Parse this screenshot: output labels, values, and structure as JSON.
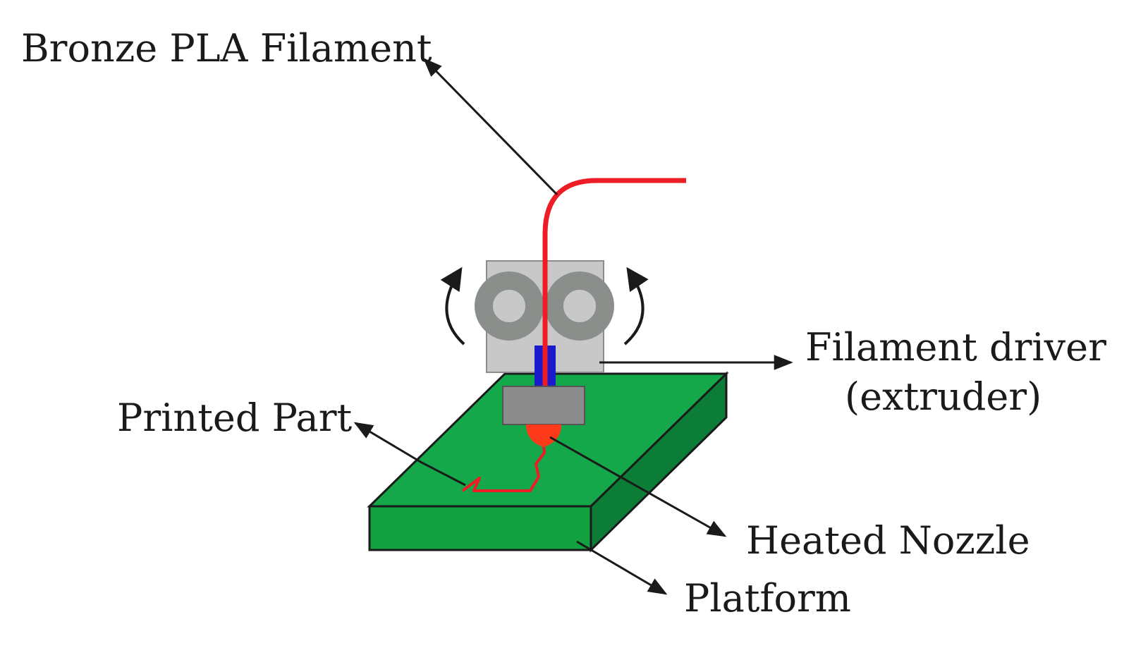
{
  "labels": {
    "filament": "Bronze PLA Filament",
    "driver_line1": "Filament driver",
    "driver_line2": "(extruder)",
    "printed_part": "Printed Part",
    "nozzle": "Heated Nozzle",
    "platform": "Platform"
  },
  "colors": {
    "platform_top": "#14a84a",
    "platform_front": "#12a040",
    "platform_side": "#0b7d36",
    "filament": "#ee1c24",
    "extruder_body": "#c8c8c8",
    "gear": "#8a8f8c",
    "feed_tube": "#1a1acc",
    "nozzle_block": "#8c8c8c",
    "melt": "#ff3a1a",
    "line": "#1a1a1a"
  }
}
